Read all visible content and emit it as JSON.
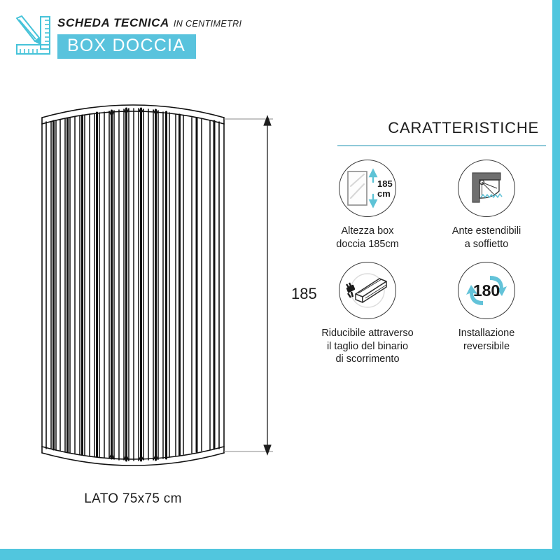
{
  "header": {
    "logo_icon": "pencil-and-square-ruler-icon",
    "title_main": "SCHEDA TECNICA",
    "title_sub": "IN CENTIMETRI",
    "banner_label": "BOX DOCCIA"
  },
  "drawing": {
    "name": "shower-enclosure-technical-drawing",
    "bottom_label": "LATO 75x75 cm",
    "height_dimension_label": "185",
    "dimension_arrow": "vertical-double-arrow"
  },
  "features": {
    "heading": "CARATTERISTICHE",
    "items": [
      {
        "icon": "shower-panel-height-icon",
        "icon_value": "185",
        "icon_unit": "cm",
        "caption": "Altezza box\ndoccia 185cm"
      },
      {
        "icon": "folding-door-corner-icon",
        "caption": "Ante estendibili\na soffietto"
      },
      {
        "icon": "rail-cutting-icon",
        "caption": "Riducibile attraverso\nil taglio del binario\ndi scorrimento"
      },
      {
        "icon": "reversible-180-icon",
        "icon_value": "180",
        "caption": "Installazione\nreversibile"
      }
    ]
  },
  "colors": {
    "accent": "#51c6de",
    "banner": "#59c3dd",
    "rule": "#8fc9d8",
    "ink": "#1d1d1d"
  }
}
